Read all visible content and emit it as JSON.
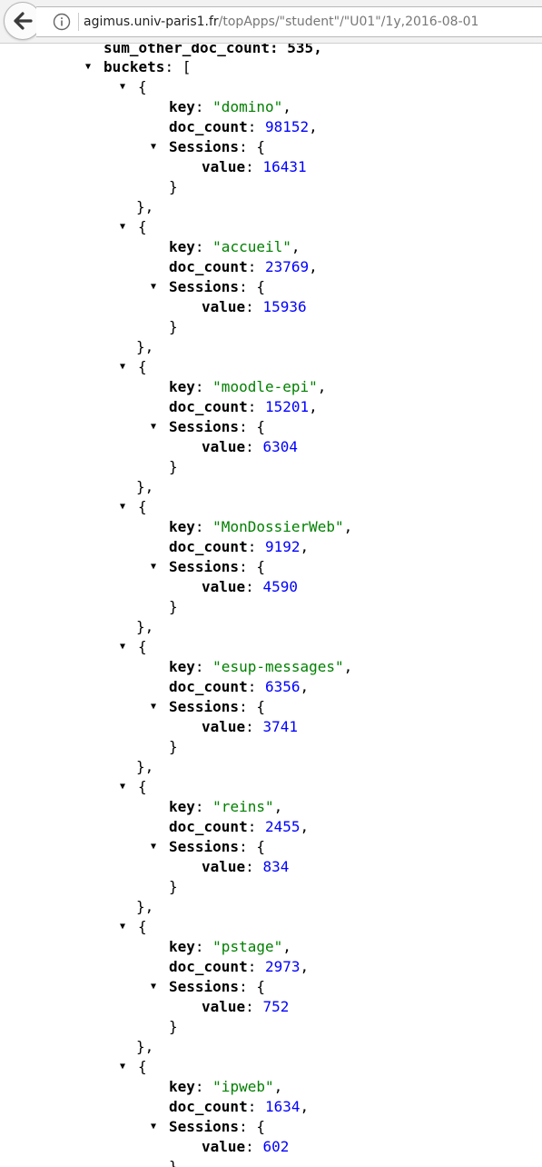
{
  "browser": {
    "url_host": "agimus.univ-paris1.fr",
    "url_path": "/topApps/\"student\"/\"U01\"/1y,2016-08-01"
  },
  "json_view": {
    "partial_line": "sum_other_doc_count: 535,",
    "buckets_key": "buckets",
    "open_bracket": "[",
    "field_key": "key",
    "field_doc_count": "doc_count",
    "field_sessions": "Sessions",
    "field_value": "value",
    "buckets": [
      {
        "key": "\"domino\"",
        "doc_count": "98152",
        "value": "16431"
      },
      {
        "key": "\"accueil\"",
        "doc_count": "23769",
        "value": "15936"
      },
      {
        "key": "\"moodle-epi\"",
        "doc_count": "15201",
        "value": "6304"
      },
      {
        "key": "\"MonDossierWeb\"",
        "doc_count": "9192",
        "value": "4590"
      },
      {
        "key": "\"esup-messages\"",
        "doc_count": "6356",
        "value": "3741"
      },
      {
        "key": "\"reins\"",
        "doc_count": "2455",
        "value": "834"
      },
      {
        "key": "\"pstage\"",
        "doc_count": "2973",
        "value": "752"
      },
      {
        "key": "\"ipweb\"",
        "doc_count": "1634",
        "value": "602"
      }
    ]
  }
}
